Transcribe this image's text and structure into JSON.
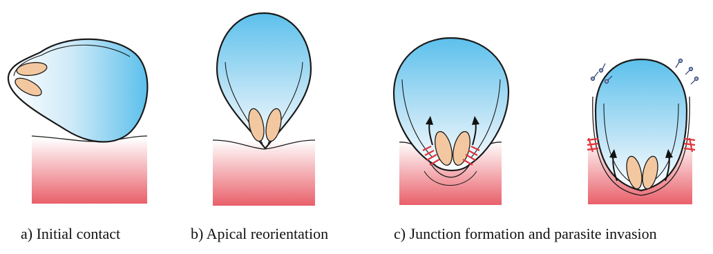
{
  "captions": {
    "a": "a) Initial contact",
    "b": "b) Apical reorientation",
    "c": "c) Junction formation and parasite invasion"
  },
  "colors": {
    "parasite_blue": "#5cc0ec",
    "organelle": "#f3c8a0",
    "host_cell_pink": "#e9606a",
    "junction_red": "#e0343c",
    "outline": "#1a1a1a"
  }
}
